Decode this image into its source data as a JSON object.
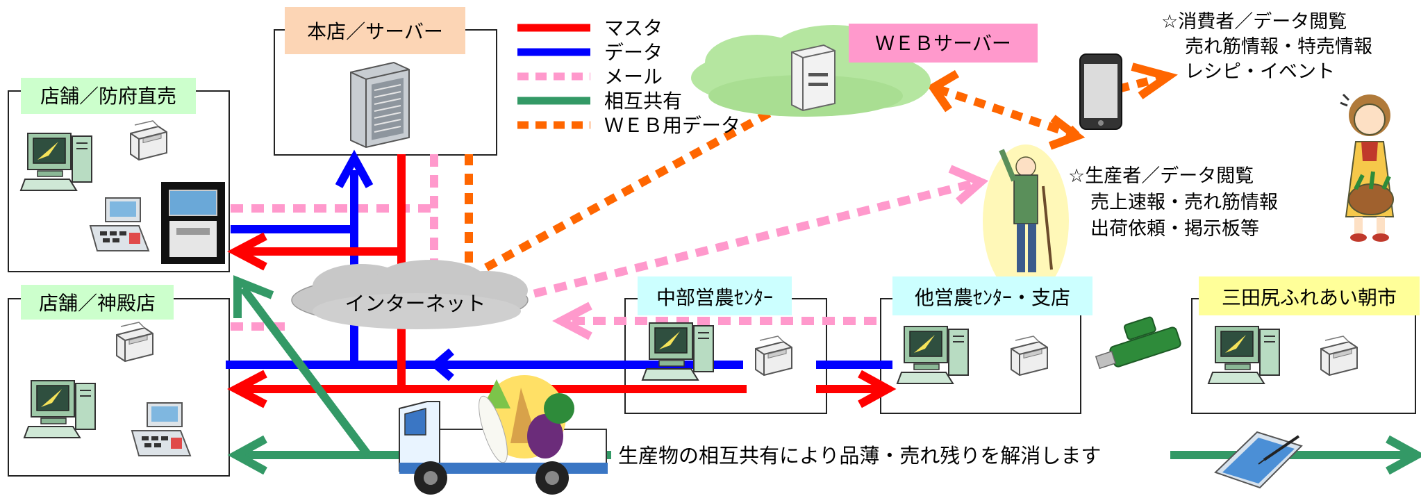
{
  "legend": {
    "master": "マスタ",
    "data": "データ",
    "mail": "メール",
    "mutual": "相互共有",
    "web_data": "ＷＥＢ用データ"
  },
  "colors": {
    "master": "#ff0000",
    "data": "#0000ff",
    "mail": "#ff99cc",
    "mutual": "#339966",
    "web_data": "#ff6600",
    "hq_label_bg": "#fcd5b5",
    "store_label_bg": "#ccffcc",
    "center_label_bg": "#ccffff",
    "market_label_bg": "#ffff99",
    "web_label_bg": "#ff99cc"
  },
  "nodes": {
    "hq": "本店／サーバー",
    "store_hofu": "店舗／防府直売",
    "store_shinden": "店舗／神殿店",
    "internet": "インターネット",
    "web_server": "ＷＥＢサーバー",
    "chubu_center": "中部営農ｾﾝﾀｰ",
    "other_center": "他営農ｾﾝﾀｰ・支店",
    "market": "三田尻ふれあい朝市"
  },
  "consumer": {
    "title": "☆消費者／データ閲覧",
    "line1": "売れ筋情報・特売情報",
    "line2": "レシピ・イベント"
  },
  "producer": {
    "title": "☆生産者／データ閲覧",
    "line1": "売上速報・売れ筋情報",
    "line2": "出荷依頼・掲示板等"
  },
  "bottom_message": "生産物の相互共有により品薄・売れ残りを解消します",
  "icons": [
    "server-icon",
    "pc-icon",
    "printer-icon",
    "register-icon",
    "cloud-icon",
    "smartphone-icon",
    "usb-icon",
    "tablet-icon",
    "truck-icon",
    "producer-figure",
    "consumer-figure"
  ]
}
